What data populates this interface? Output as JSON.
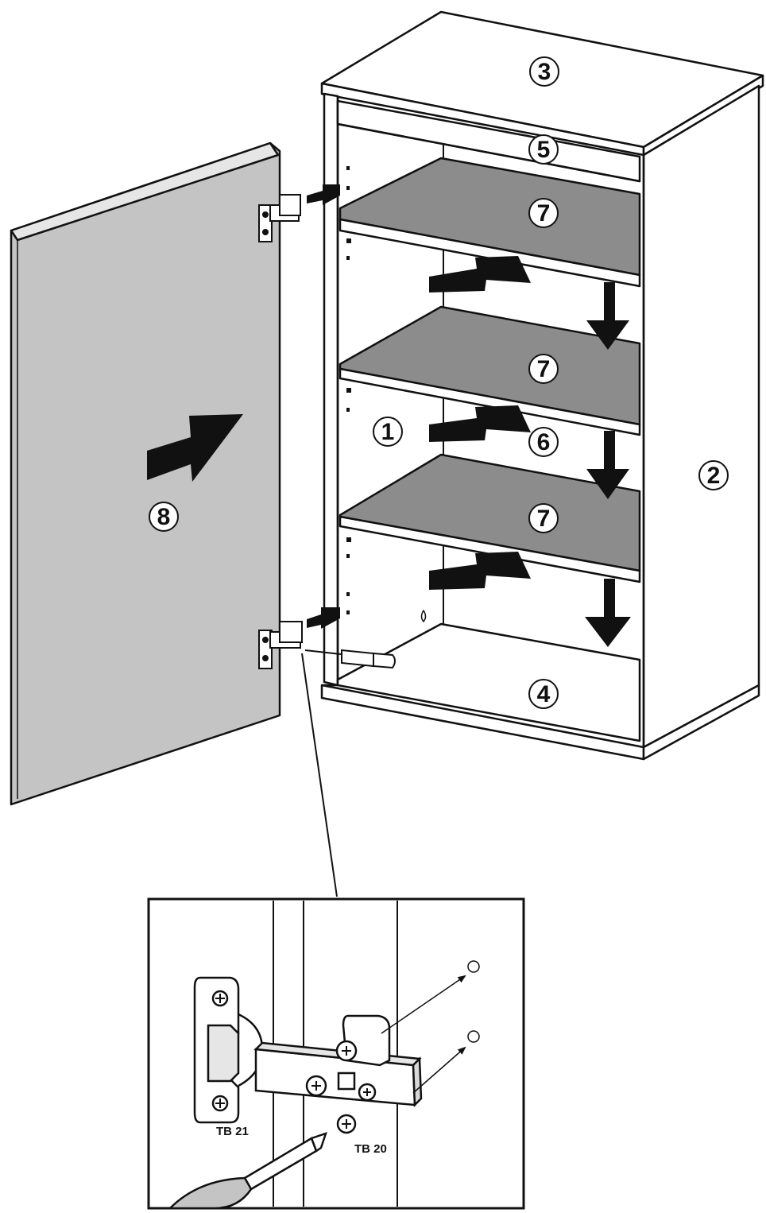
{
  "parts": {
    "back_panel": "1",
    "side_panel": "2",
    "top_panel": "3",
    "bottom_panel": "4",
    "top_rail": "5",
    "shelf_support": "6",
    "shelf_top": "7",
    "shelf_middle": "7",
    "shelf_bottom": "7",
    "door": "8"
  },
  "hardware": {
    "hinge_code": "TB 21",
    "screw_code": "TB 20"
  },
  "colors": {
    "line": "#111111",
    "panel_fill": "#ffffff",
    "shelf_fill": "#8c8c8c",
    "door_fill": "#c4c4c4",
    "arrow_fill": "#111111"
  },
  "icons": [
    "arrow-icon",
    "screwdriver-icon",
    "hinge-icon",
    "screw-icon",
    "dowel-icon"
  ]
}
